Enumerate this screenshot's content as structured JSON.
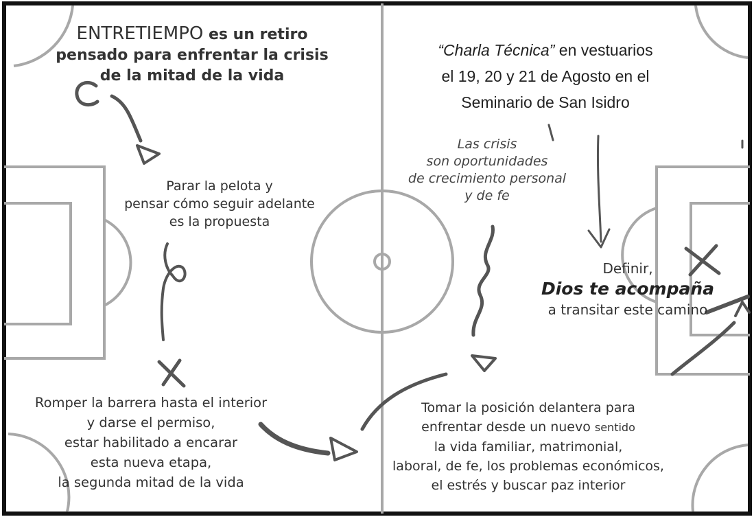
{
  "block_retiro": {
    "line1_big": "ENTRETIEMPO",
    "line1_rest": " es un retiro",
    "line2": "pensado para enfrentar la crisis",
    "line3": "de la mitad de la vida"
  },
  "block_charla": {
    "line1_italic": "“Charla Técnica”",
    "line1_rest": " en vestuarios",
    "line2": "el 19, 20 y 21 de Agosto en el",
    "line3": "Seminario de San Isidro"
  },
  "block_crisis": {
    "line1": "Las crisis",
    "line2": "son oportunidades",
    "line3": "de crecimiento personal",
    "line4": "y de fe"
  },
  "block_parar": {
    "line1": "Parar la pelota  y",
    "line2": "pensar cómo seguir adelante",
    "line3": "es la propuesta"
  },
  "block_definir": {
    "line1": "Definir,",
    "line2": "Dios  te acompaña",
    "line3": "a transitar este camino"
  },
  "block_romper": {
    "line1": "Romper la barrera hasta el interior",
    "line2": "y darse el permiso,",
    "line3": "estar habilitado a encarar",
    "line4": "esta nueva etapa,",
    "line5": "la segunda mitad de la vida"
  },
  "block_tomar": {
    "line1": "Tomar la posición delantera para",
    "line2_main": "enfrentar desde un nuevo ",
    "line2_small": "sentido",
    "line3": "la vida familiar,  matrimonial,",
    "line4": "laboral, de fe, los problemas económicos,",
    "line5": "el estrés y buscar paz interior"
  },
  "colors": {
    "field_lines": "#a8a8a8",
    "border": "#111111",
    "strokes": "#555555",
    "text": "#333333"
  }
}
